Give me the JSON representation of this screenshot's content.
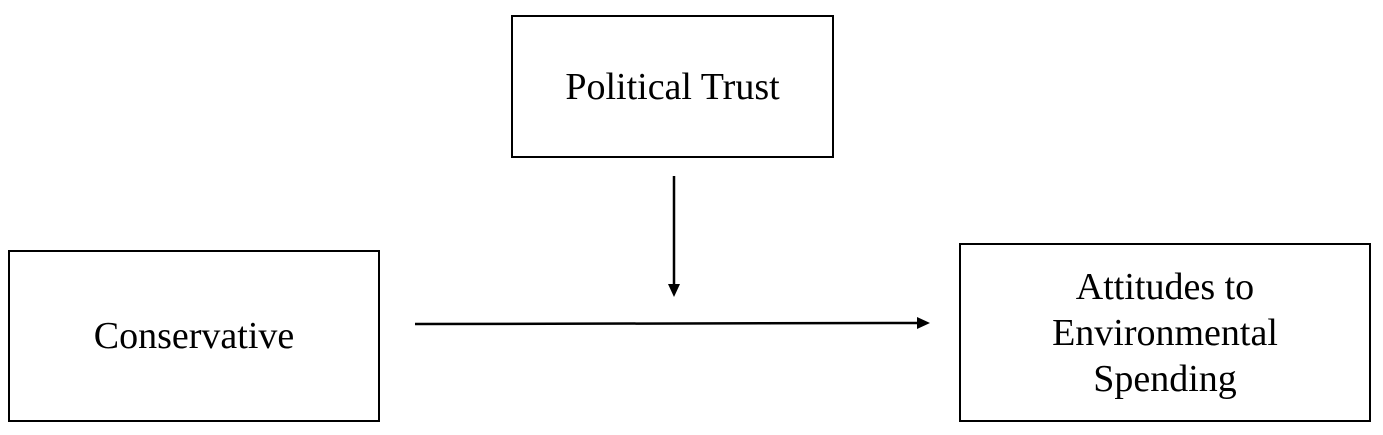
{
  "nodes": {
    "moderator": {
      "label": "Political Trust"
    },
    "predictor": {
      "label": "Conservative"
    },
    "outcome": {
      "label": "Attitudes to\nEnvironmental\nSpending"
    }
  },
  "colors": {
    "stroke": "#000000",
    "background": "#ffffff"
  }
}
